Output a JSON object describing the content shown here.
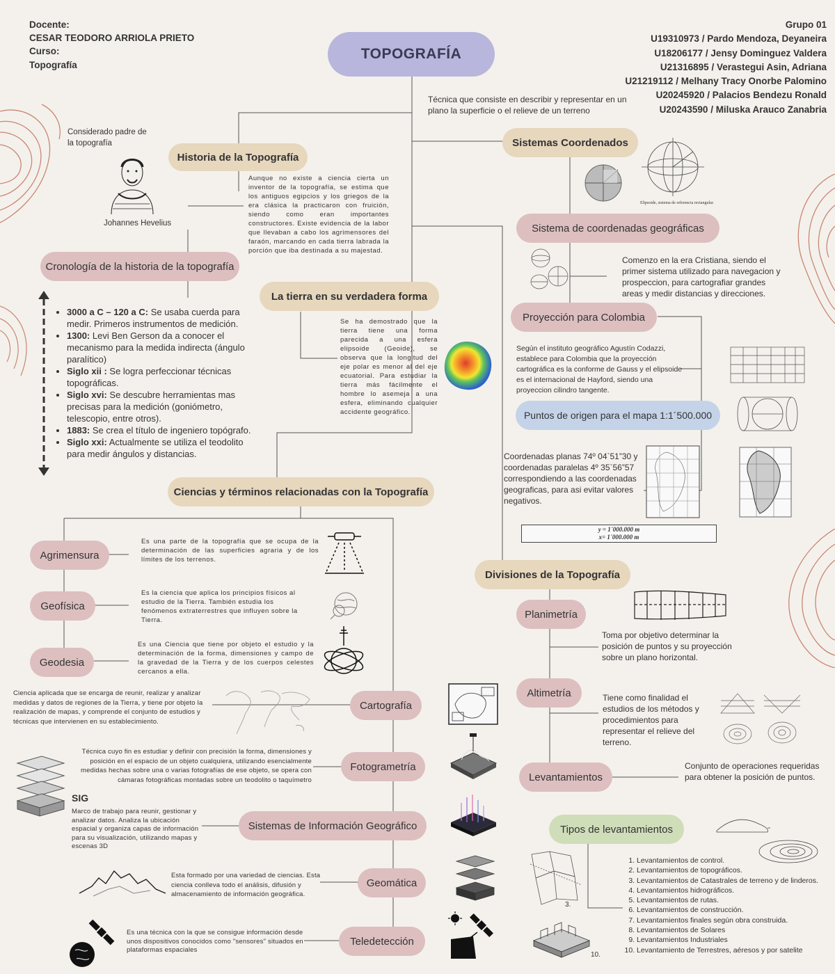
{
  "header": {
    "docente_label": "Docente:",
    "docente_name": "CESAR TEODORO ARRIOLA PRIETO",
    "curso_label": "Curso:",
    "curso_name": "Topografía",
    "group": "Grupo 01",
    "members": [
      "U19310973 / Pardo Mendoza, Deyaneira",
      "U18206177 / Jensy Dominguez Valdera",
      "U21316895 / Verastegui Asin, Adriana",
      "U21219112 / Melhany Tracy Onorbe Palomino",
      "U20245920 / Palacios Bendezu Ronald",
      "U20243590 / Miluska Arauco Zanabria"
    ]
  },
  "title": "TOPOGRAFÍA",
  "definition": "Técnica que consiste en describir y representar en un plano la superficie o el relieve de un terreno",
  "historia": {
    "label": "Historia de la Topografía",
    "father_caption": "Considerado padre de la topografía",
    "father_name": "Johannes Hevelius",
    "text": "Aunque no existe a ciencia cierta un inventor de la topografía, se estima que los antiguos egipcios y los griegos de la era clásica la practicaron con fruición, siendo como eran importantes constructores. Existe evidencia de la labor que llevaban a cabo los agrimensores del faraón, marcando en cada tierra labrada la porción que iba destinada a su majestad."
  },
  "cronologia": {
    "label": "Cronología de la historia de la topografía",
    "items": [
      {
        "head": "3000 a C – 120 a C:",
        "body": " Se usaba cuerda para medir. Primeros instrumentos de medición."
      },
      {
        "head": "1300:",
        "body": " Levi Ben Gerson da a conocer el mecanismo para la medida indirecta (ángulo paralítico)"
      },
      {
        "head": "Siglo xii :",
        "body": " Se logra perfeccionar técnicas topográficas."
      },
      {
        "head": "Siglo xvi:",
        "body": " Se descubre herramientas mas  precisas para la medición (goniómetro, telescopio, entre otros)."
      },
      {
        "head": "1883:",
        "body": " Se crea el título de ingeniero topógrafo."
      },
      {
        "head": "Siglo xxi:",
        "body": " Actualmente se utiliza el teodolito para medir ángulos y distancias."
      }
    ]
  },
  "tierra": {
    "label": "La tierra en su verdadera forma",
    "text": "Se ha demostrado que la tierra tiene una forma parecida a una esfera elipsoide (Geoide), se observa que la longitud del eje polar es menor al del eje ecuatorial. Para estudiar la tierra más fácilmente el hombre lo asemeja a una esfera, eliminando cualquier accidente geográfico."
  },
  "sistemas": {
    "label": "Sistemas Coordenados",
    "ellipsoid_caption": "Elipsoide, sistema de referencia rectangular.",
    "geo_label": "Sistema de coordenadas geográficas",
    "geo_text": "Comenzo en la era Cristiana, siendo el primer sistema utilizado para navegacion y prospeccion, para cartografiar grandes areas y medir distancias y direcciones.",
    "proy_label": "Proyección para Colombia",
    "proy_text": "Según el instituto geográfico Agustín Codazzi, establece para Colombia que la proyección cartográfica es la conforme de Gauss y el elipsoide es el internacional de Hayford, siendo una proyeccion cilindro tangente.",
    "puntos_label": "Puntos de origen para el mapa 1:1´500.000",
    "coord_text": "Coordenadas planas 74º 04`51”30 y coordenadas paralelas 4º 35`56”57 correspondiendo a las coordenadas geograficas, para asi evitar valores negativos.",
    "y_value": "y = 1´000.000 m",
    "x_value": "x= 1´000.000 m"
  },
  "ciencias": {
    "label": "Ciencias y términos relacionadas con la Topografía",
    "agrimensura": {
      "label": "Agrimensura",
      "text": "Es una parte de la topografía que se ocupa de la determinación de las superficies agraria y de los límites de los terrenos."
    },
    "geofisica": {
      "label": "Geofísica",
      "text": "Es la ciencia que aplica los principios físicos al estudio de la Tierra. También estudia los fenómenos extraterrestres que influyen sobre la Tierra."
    },
    "geodesia": {
      "label": "Geodesia",
      "text": "Es una Ciencia que tiene por objeto el estudio y la determinación de la forma, dimensiones y campo de la gravedad de la Tierra y de los cuerpos celestes cercanos a ella."
    },
    "cartografia": {
      "label": "Cartografía",
      "text": "Ciencia aplicada que se encarga de reunir, realizar y analizar medidas y datos de regiones de la Tierra, y tiene por objeto la realización de mapas, y comprende el conjunto de estudios y técnicas que intervienen en su establecimiento."
    },
    "fotogrametria": {
      "label": "Fotogrametría",
      "text": "Técnica cuyo fin es estudiar y definir con precisión la forma, dimensiones y posición en el espacio de un objeto cualquiera, utilizando esencialmente medidas hechas sobre una o varias fotografías de ese objeto, se opera con cámaras fotográficas montadas sobre un teodolito o taquímetro"
    },
    "sig_title": "SIG",
    "sig": {
      "label": "Sistemas de Información Geográfico",
      "text": "Marco de trabajo para reunir, gestionar y analizar datos. Analiza la ubicación espacial y organiza capas de información para su visualización, utilizando mapas y escenas 3D"
    },
    "geomatica": {
      "label": "Geomática",
      "text": "Esta formado por una variedad de ciencias. Esta ciencia conlleva todo el análisis, difusión y almacenamiento de información geográfica."
    },
    "teledeteccion": {
      "label": "Teledetección",
      "text": "Es una técnica con la que se consigue información desde unos dispositivos conocidos como \"sensores\" situados en plataformas espaciales"
    }
  },
  "divisiones": {
    "label": "Divisiones de la Topografía",
    "planimetria": {
      "label": "Planimetría",
      "text": "Toma por objetivo determinar la posición de puntos y su proyección sobre un plano horizontal."
    },
    "altimetria": {
      "label": "Altimetría",
      "text": "Tiene como finalidad el estudios de los métodos y procedimientos para representar el relieve del terreno."
    },
    "levantamientos": {
      "label": "Levantamientos",
      "text": "Conjunto de operaciones requeridas para obtener la posición de puntos."
    },
    "tipos_label": "Tipos de levantamientos",
    "tipos": [
      "Levantamientos de control.",
      "Levantamientos de topográficos.",
      "Levantamientos de Catastrales de terreno y de linderos.",
      "Levantamientos hidrográficos.",
      "Levantamientos de rutas.",
      "Levantamientos de construcción.",
      "Levantamientos finales según obra construida.",
      "Levantamientos de Solares",
      "Levantamientos Industriales",
      "Levantamiento de Terrestres, aéresos y por satelite"
    ],
    "fig3_label": "3.",
    "fig10_label": "10."
  },
  "colors": {
    "background": "#f4f1ec",
    "title_pill": "#b8b6dc",
    "tan_pill": "#e6d7bd",
    "rose_pill": "#ddbfc0",
    "blue_pill": "#c4d3e8",
    "green_pill": "#cfddb9",
    "contour": "#c98672"
  }
}
